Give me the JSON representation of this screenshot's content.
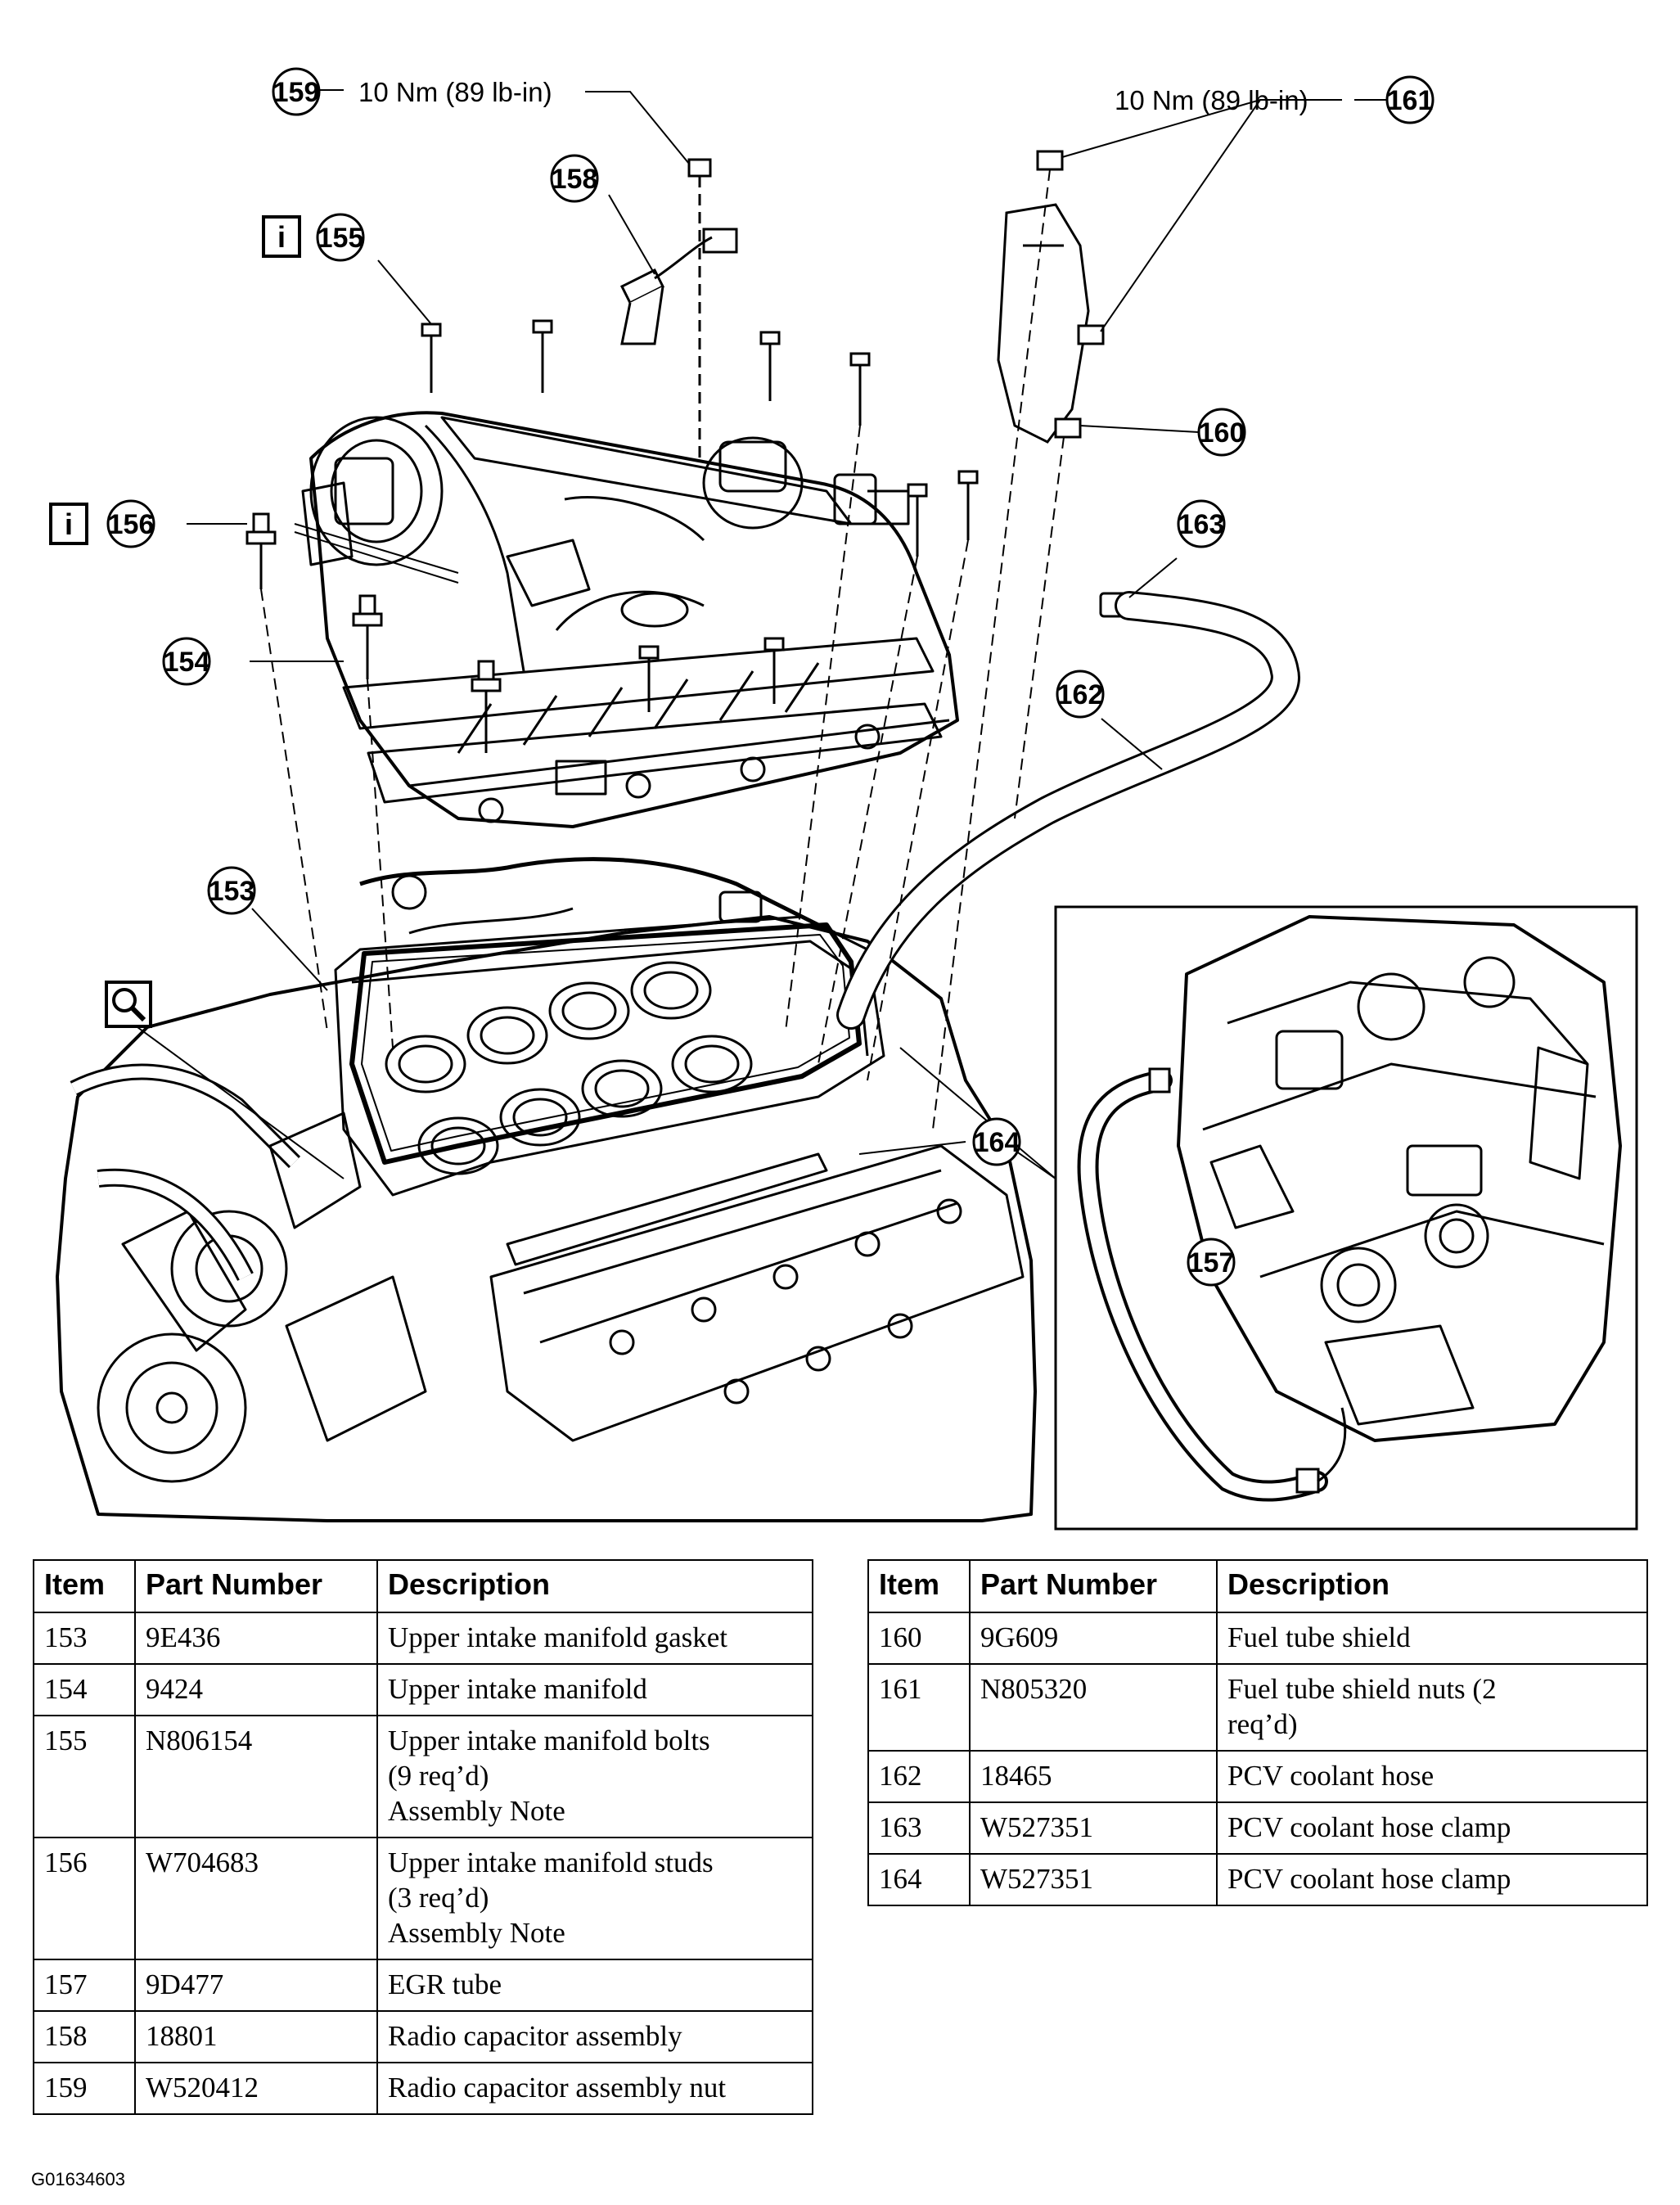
{
  "diagram": {
    "torque_159": "10 Nm (89 lb-in)",
    "torque_161": "10 Nm (89 lb-in)",
    "info_icon_glyph": "i",
    "callouts": [
      "153",
      "154",
      "155",
      "156",
      "157",
      "158",
      "159",
      "160",
      "161",
      "162",
      "163",
      "164"
    ]
  },
  "tables": {
    "headers": {
      "item": "Item",
      "part_number": "Part Number",
      "description": "Description"
    },
    "left_rows": [
      {
        "item": "153",
        "part": "9E436",
        "desc": [
          "Upper intake manifold gasket"
        ]
      },
      {
        "item": "154",
        "part": "9424",
        "desc": [
          "Upper intake manifold"
        ]
      },
      {
        "item": "155",
        "part": "N806154",
        "desc": [
          "Upper intake manifold bolts",
          "(9 req’d)",
          "Assembly Note"
        ]
      },
      {
        "item": "156",
        "part": "W704683",
        "desc": [
          "Upper intake manifold studs",
          "(3 req’d)",
          "Assembly Note"
        ]
      },
      {
        "item": "157",
        "part": "9D477",
        "desc": [
          "EGR tube"
        ]
      },
      {
        "item": "158",
        "part": "18801",
        "desc": [
          "Radio capacitor assembly"
        ]
      },
      {
        "item": "159",
        "part": "W520412",
        "desc": [
          "Radio capacitor assembly nut"
        ]
      }
    ],
    "right_rows": [
      {
        "item": "160",
        "part": "9G609",
        "desc": [
          "Fuel tube shield"
        ]
      },
      {
        "item": "161",
        "part": "N805320",
        "desc": [
          "Fuel tube shield nuts (2",
          "req’d)"
        ]
      },
      {
        "item": "162",
        "part": "18465",
        "desc": [
          "PCV coolant hose"
        ]
      },
      {
        "item": "163",
        "part": "W527351",
        "desc": [
          "PCV coolant hose clamp"
        ]
      },
      {
        "item": "164",
        "part": "W527351",
        "desc": [
          "PCV coolant hose clamp"
        ]
      }
    ]
  },
  "figure_id": "G01634603"
}
